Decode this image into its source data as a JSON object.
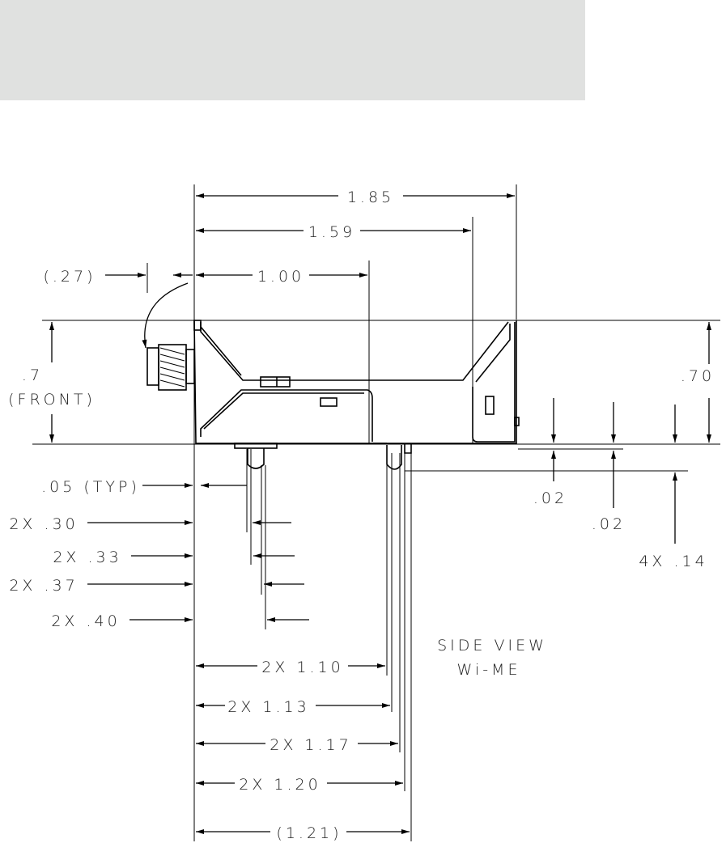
{
  "dims": {
    "overall_length": "1.85",
    "length_1_59": "1.59",
    "length_1_00": "1.00",
    "offset": "(.27)",
    "front_height": ".7",
    "front_label": "(FRONT)",
    "height": ".70",
    "typ": ".05 (TYP)",
    "d030": "2X .30",
    "d033": "2X .33",
    "d037": "2X .37",
    "d040": "2X .40",
    "d002a": ".02",
    "d002b": ".02",
    "d014": "4X .14",
    "d110": "2X 1.10",
    "d113": "2X 1.13",
    "d117": "2X 1.17",
    "d120": "2X 1.20",
    "d121": "(1.21)"
  },
  "view": {
    "title": "SIDE VIEW",
    "subtitle": "Wi-ME"
  }
}
